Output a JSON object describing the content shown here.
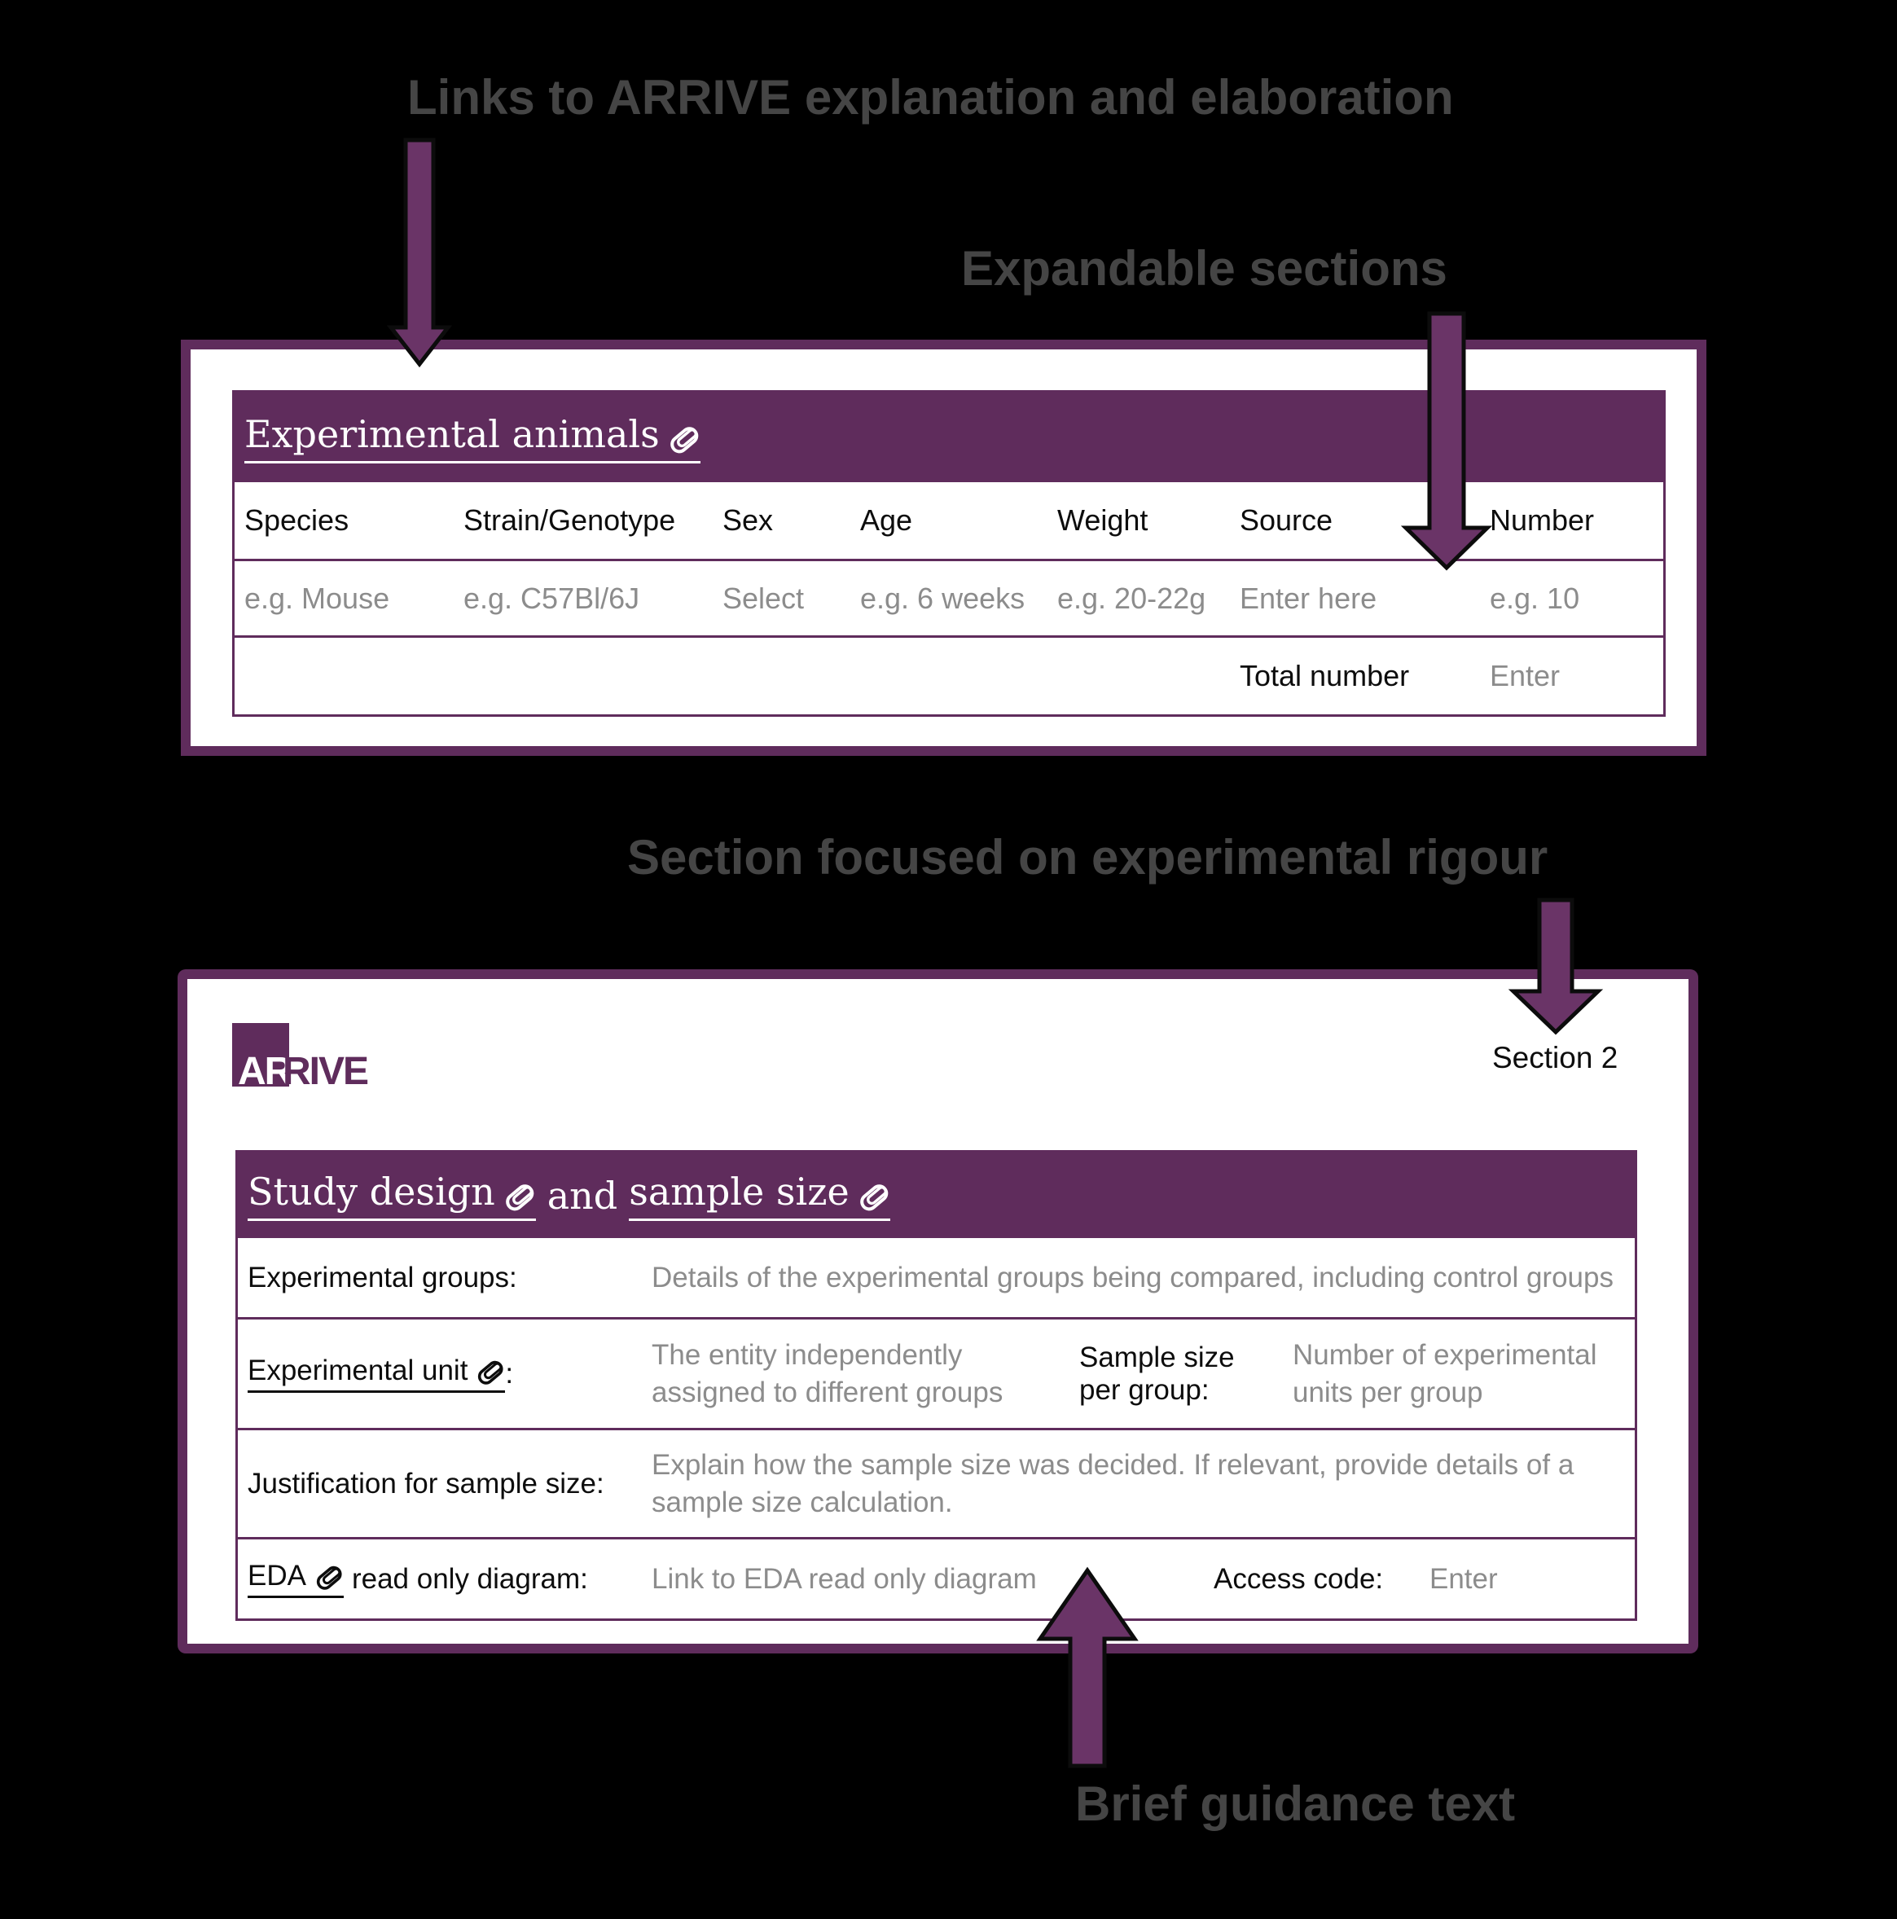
{
  "colors": {
    "purple": "#5f2c5c",
    "arrow-purple": "#6a3467",
    "annotation-gray": "#454545",
    "placeholder-gray": "#8c8c8c",
    "label-black": "#0d0d0d"
  },
  "annotations": {
    "links_label": "Links to ARRIVE explanation and elaboration",
    "expandable_label": "Expandable sections",
    "rigour_label": "Section focused on experimental rigour",
    "guidance_label": "Brief guidance text"
  },
  "panel1": {
    "title": "Experimental animals",
    "columns": [
      "Species",
      "Strain/Genotype",
      "Sex",
      "Age",
      "Weight",
      "Source",
      "Number"
    ],
    "placeholders": [
      "e.g. Mouse",
      "e.g. C57Bl/6J",
      "Select",
      "e.g. 6 weeks",
      "e.g. 20-22g",
      "Enter here",
      "e.g. 10"
    ],
    "total_label": "Total number",
    "total_placeholder": "Enter"
  },
  "panel2": {
    "logo_ar": "AR",
    "logo_rive": "RIVE",
    "section_label": "Section 2",
    "title": {
      "part1": "Study design",
      "and": "and",
      "part2": "sample size"
    },
    "rows": {
      "groups": {
        "label": "Experimental groups:",
        "guidance": "Details of the experimental groups being compared, including control groups"
      },
      "unit": {
        "link": "Experimental unit",
        "colon": ":",
        "guidance": "The entity independently assigned to different groups",
        "label2": "Sample size per group:",
        "guidance2": "Number of experimental units per group"
      },
      "justification": {
        "label": "Justification for sample size:",
        "guidance": "Explain how the sample size was decided. If relevant, provide details of a sample size calculation."
      },
      "eda": {
        "link": "EDA",
        "rest": "read only diagram:",
        "guidance": "Link to EDA read only diagram",
        "label2": "Access code:",
        "guidance2": "Enter"
      }
    }
  }
}
